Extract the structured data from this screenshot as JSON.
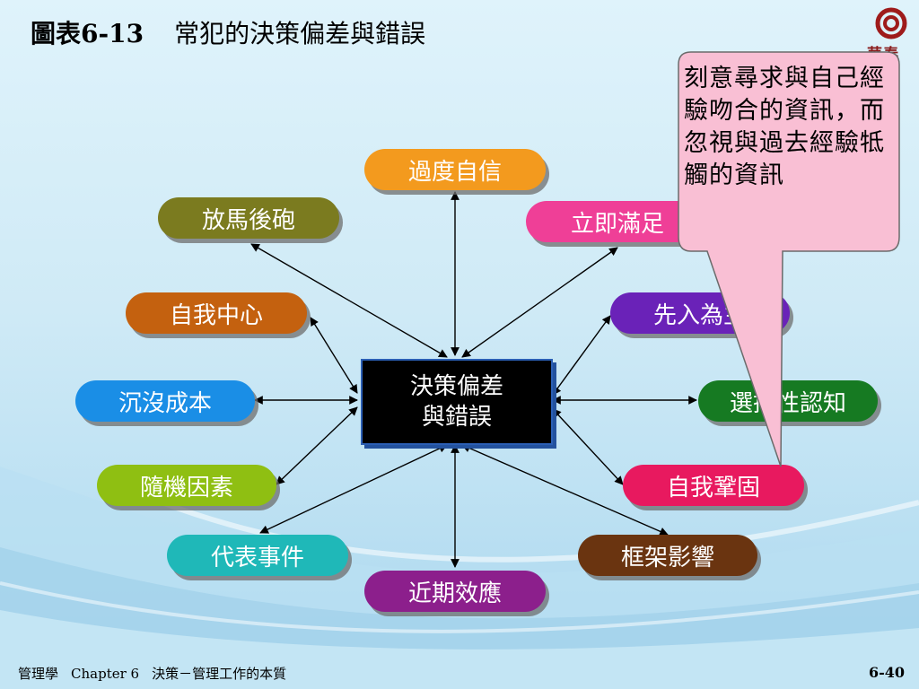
{
  "title": {
    "code": "圖表6-13",
    "text": "常犯的決策偏差與錯誤"
  },
  "logo": {
    "text": "華泰"
  },
  "center": {
    "line1": "決策偏差",
    "line2": "與錯誤"
  },
  "nodes": [
    {
      "id": "overconfidence",
      "label": "過度自信",
      "color": "#f39a1e"
    },
    {
      "id": "hindsight",
      "label": "放馬後砲",
      "color": "#7b7b1f"
    },
    {
      "id": "immediate",
      "label": "立即滿足",
      "color": "#ef3f97"
    },
    {
      "id": "selfserving",
      "label": "自我中心",
      "color": "#c4610f"
    },
    {
      "id": "anchoring",
      "label": "先入為主",
      "color": "#6a22b8"
    },
    {
      "id": "sunkcost",
      "label": "沉沒成本",
      "color": "#1a8ee6"
    },
    {
      "id": "selective",
      "label": "選擇性認知",
      "color": "#167a22"
    },
    {
      "id": "randomness",
      "label": "隨機因素",
      "color": "#8fbf12"
    },
    {
      "id": "escalation",
      "label": "自我鞏固",
      "color": "#e8195f"
    },
    {
      "id": "representation",
      "label": "代表事件",
      "color": "#1fb8b8"
    },
    {
      "id": "framing",
      "label": "框架影響",
      "color": "#6a3410"
    },
    {
      "id": "availability",
      "label": "近期效應",
      "color": "#8c1f8c"
    }
  ],
  "callout": {
    "text": "刻意尋求與自己經驗吻合的資訊，而忽視與過去經驗牴觸的資訊"
  },
  "footer": {
    "book": "管理學",
    "chapter": "Chapter 6",
    "chapter_title": "決策－管理工作的本質",
    "page": "6-40"
  }
}
